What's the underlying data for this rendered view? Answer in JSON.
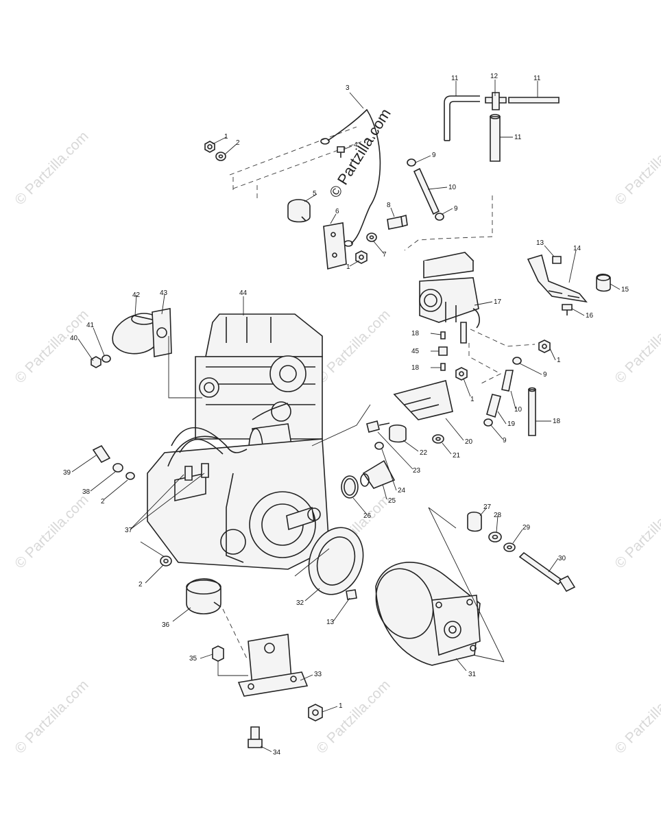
{
  "diagram": {
    "watermark_main": "© Partzilla.com",
    "watermark_faint": "© Partzilla.com",
    "callouts": [
      {
        "id": "c1",
        "label": "1"
      },
      {
        "id": "c2",
        "label": "2"
      },
      {
        "id": "c3",
        "label": "3"
      },
      {
        "id": "c4",
        "label": "4"
      },
      {
        "id": "c5",
        "label": "5"
      },
      {
        "id": "c6",
        "label": "6"
      },
      {
        "id": "c7",
        "label": "7"
      },
      {
        "id": "c1b",
        "label": "1"
      },
      {
        "id": "c8",
        "label": "8"
      },
      {
        "id": "c9a",
        "label": "9"
      },
      {
        "id": "c10a",
        "label": "10"
      },
      {
        "id": "c9b",
        "label": "9"
      },
      {
        "id": "c11a",
        "label": "11"
      },
      {
        "id": "c12",
        "label": "12"
      },
      {
        "id": "c11b",
        "label": "11"
      },
      {
        "id": "c11c",
        "label": "11"
      },
      {
        "id": "c13a",
        "label": "13"
      },
      {
        "id": "c14",
        "label": "14"
      },
      {
        "id": "c15",
        "label": "15"
      },
      {
        "id": "c16",
        "label": "16"
      },
      {
        "id": "c17",
        "label": "17"
      },
      {
        "id": "c18a",
        "label": "18"
      },
      {
        "id": "c45",
        "label": "45"
      },
      {
        "id": "c18b",
        "label": "18"
      },
      {
        "id": "c1c",
        "label": "1"
      },
      {
        "id": "c9c",
        "label": "9"
      },
      {
        "id": "c1d",
        "label": "1"
      },
      {
        "id": "c10b",
        "label": "10"
      },
      {
        "id": "c18c",
        "label": "18"
      },
      {
        "id": "c19",
        "label": "19"
      },
      {
        "id": "c9d",
        "label": "9"
      },
      {
        "id": "c20",
        "label": "20"
      },
      {
        "id": "c21",
        "label": "21"
      },
      {
        "id": "c22",
        "label": "22"
      },
      {
        "id": "c23",
        "label": "23"
      },
      {
        "id": "c24",
        "label": "24"
      },
      {
        "id": "c25",
        "label": "25"
      },
      {
        "id": "c26",
        "label": "26"
      },
      {
        "id": "c27",
        "label": "27"
      },
      {
        "id": "c28",
        "label": "28"
      },
      {
        "id": "c29",
        "label": "29"
      },
      {
        "id": "c30",
        "label": "30"
      },
      {
        "id": "c31",
        "label": "31"
      },
      {
        "id": "c32",
        "label": "32"
      },
      {
        "id": "c13b",
        "label": "13"
      },
      {
        "id": "c42",
        "label": "42"
      },
      {
        "id": "c43",
        "label": "43"
      },
      {
        "id": "c44",
        "label": "44"
      },
      {
        "id": "c41",
        "label": "41"
      },
      {
        "id": "c40",
        "label": "40"
      },
      {
        "id": "c39",
        "label": "39"
      },
      {
        "id": "c38",
        "label": "38"
      },
      {
        "id": "c2b",
        "label": "2"
      },
      {
        "id": "c37",
        "label": "37"
      },
      {
        "id": "c2c",
        "label": "2"
      },
      {
        "id": "c36",
        "label": "36"
      },
      {
        "id": "c35",
        "label": "35"
      },
      {
        "id": "c33",
        "label": "33"
      },
      {
        "id": "c1e",
        "label": "1"
      },
      {
        "id": "c34",
        "label": "34"
      }
    ]
  }
}
